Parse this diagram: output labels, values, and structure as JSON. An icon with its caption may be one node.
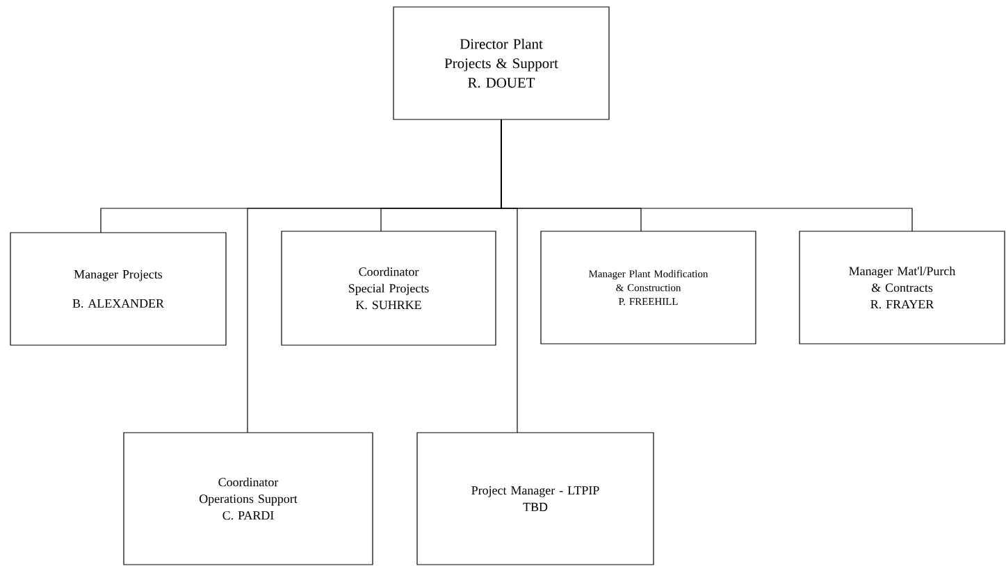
{
  "diagram": {
    "nodes": [
      {
        "text": [
          "Director Plant Projects & Support",
          "R. DOUET"
        ]
      },
      {
        "text": [
          "Manager Projects",
          "B. ALEXANDER"
        ]
      },
      {
        "text": [
          "Coordinator Special Projects",
          "K. SUHRKE"
        ]
      },
      {
        "text": [
          "Manager Plant Modification & Construction",
          "P. FREEHILL"
        ]
      },
      {
        "text": [
          "Manager Mat'l/Purch & Contracts",
          "R. FRAYER"
        ]
      },
      {
        "text": [
          "Coordinator Operations Support",
          "C. PARDI"
        ]
      },
      {
        "text": [
          "Project Manager - LTPIP",
          "TBD"
        ]
      }
    ],
    "edges": [
      {
        "from": 0,
        "to": 1,
        "arrow": "none"
      },
      {
        "from": 0,
        "to": 5,
        "arrow": "none"
      },
      {
        "from": 0,
        "to": 2,
        "arrow": "none"
      },
      {
        "from": 0,
        "to": 6,
        "arrow": "none"
      },
      {
        "from": 0,
        "to": 3,
        "arrow": "none"
      },
      {
        "from": 0,
        "to": 4,
        "arrow": "none"
      }
    ]
  }
}
